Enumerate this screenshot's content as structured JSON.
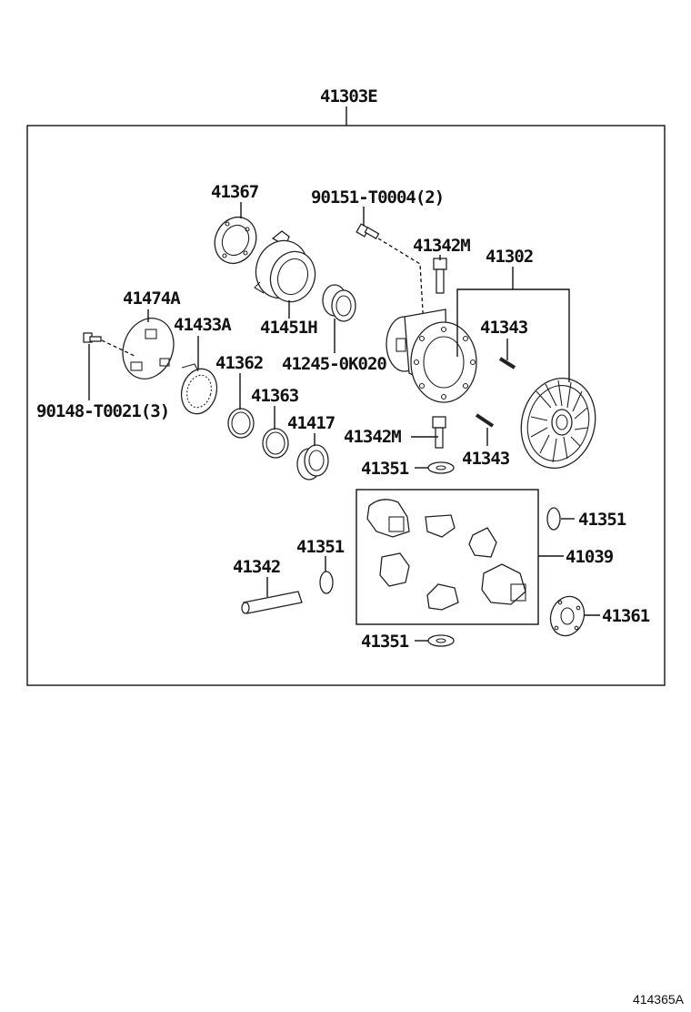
{
  "assembly": {
    "part_number": "41303E"
  },
  "callouts": [
    {
      "id": "41367",
      "text": "41367"
    },
    {
      "id": "90151-T0004",
      "text": "90151-T0004(2)"
    },
    {
      "id": "41342M-a",
      "text": "41342M"
    },
    {
      "id": "41302",
      "text": "41302"
    },
    {
      "id": "41474A",
      "text": "41474A"
    },
    {
      "id": "41433A",
      "text": "41433A"
    },
    {
      "id": "41451H",
      "text": "41451H"
    },
    {
      "id": "41343-a",
      "text": "41343"
    },
    {
      "id": "41362",
      "text": "41362"
    },
    {
      "id": "41245-0K020",
      "text": "41245-0K020"
    },
    {
      "id": "90148-T0021",
      "text": "90148-T0021(3)"
    },
    {
      "id": "41363",
      "text": "41363"
    },
    {
      "id": "41417",
      "text": "41417"
    },
    {
      "id": "41342M-b",
      "text": "41342M"
    },
    {
      "id": "41343-b",
      "text": "41343"
    },
    {
      "id": "41351-a",
      "text": "41351"
    },
    {
      "id": "41351-b",
      "text": "41351"
    },
    {
      "id": "41039",
      "text": "41039"
    },
    {
      "id": "41342",
      "text": "41342"
    },
    {
      "id": "41351-c",
      "text": "41351"
    },
    {
      "id": "41361",
      "text": "41361"
    },
    {
      "id": "41351-d",
      "text": "41351"
    }
  ],
  "diagram_code": "414365A"
}
